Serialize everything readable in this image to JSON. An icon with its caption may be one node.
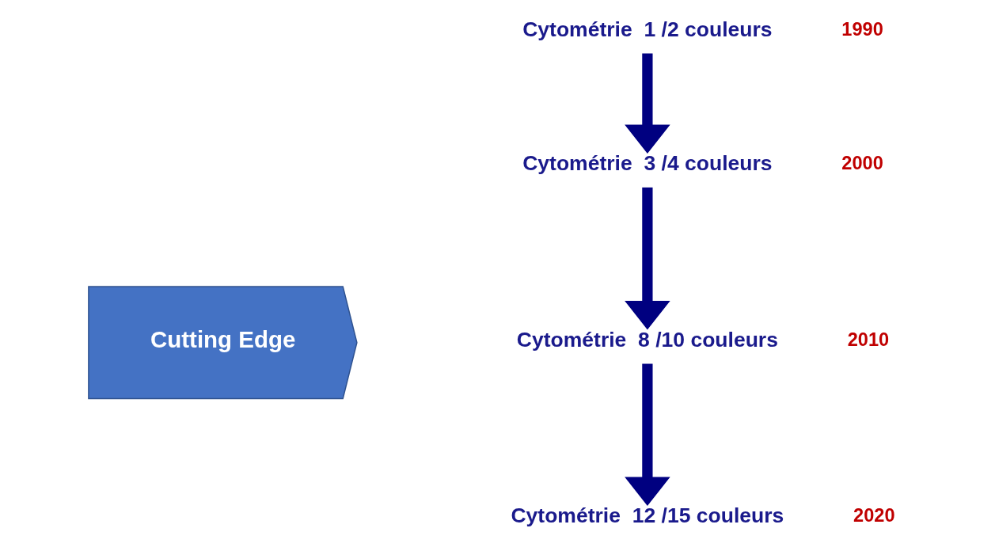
{
  "diagram": {
    "nodes": [
      {
        "text": [
          "Cytométrie  1 /2 couleurs"
        ],
        "beside": [
          "1990"
        ]
      },
      {
        "text": [
          "Cytométrie  3 /4 couleurs"
        ],
        "beside": [
          "2000"
        ]
      },
      {
        "text": [
          "Cytométrie  8 /10 couleurs"
        ],
        "beside": [
          "2010"
        ]
      },
      {
        "text": [
          "Cytométrie  12 /15 couleurs"
        ],
        "beside": [
          "2020"
        ]
      },
      {
        "text": [
          "Cutting Edge"
        ]
      }
    ],
    "edges": [
      {
        "from": 0,
        "to": 1,
        "arrow": "to"
      },
      {
        "from": 1,
        "to": 2,
        "arrow": "to"
      },
      {
        "from": 2,
        "to": 3,
        "arrow": "to"
      }
    ]
  }
}
